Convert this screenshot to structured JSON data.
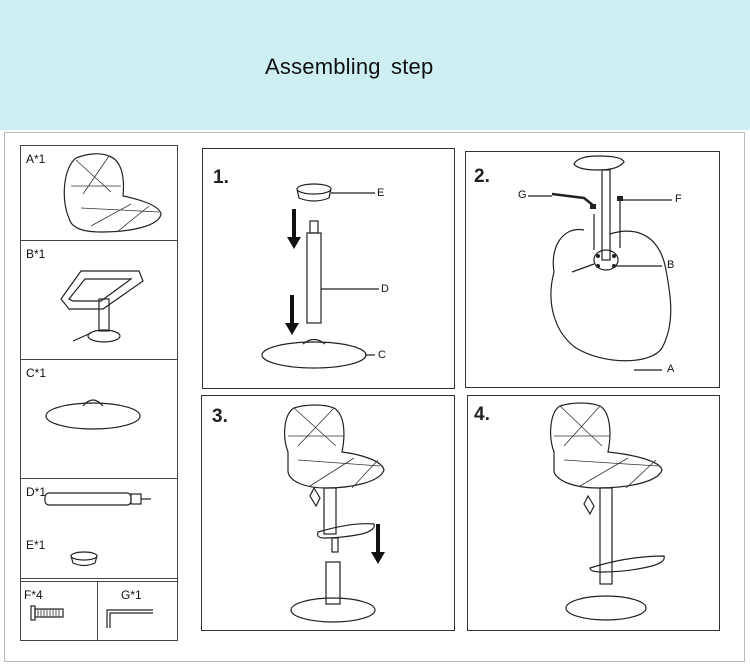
{
  "title": "Assembling  step",
  "parts": [
    {
      "label": "A*1",
      "icon": "seat-shell-icon"
    },
    {
      "label": "B*1",
      "icon": "footrest-mechanism-icon"
    },
    {
      "label": "C*1",
      "icon": "round-base-icon"
    },
    {
      "label": "D*1",
      "icon": "gas-cylinder-icon"
    },
    {
      "label": "E*1",
      "icon": "cylinder-cover-icon"
    },
    {
      "label": "F*4",
      "icon": "screw-icon"
    },
    {
      "label": "G*1",
      "icon": "allen-key-icon"
    }
  ],
  "steps": [
    {
      "number": "1.",
      "callouts": [
        "E",
        "D",
        "C"
      ]
    },
    {
      "number": "2.",
      "callouts": [
        "G",
        "F",
        "B",
        "A"
      ]
    },
    {
      "number": "3."
    },
    {
      "number": "4."
    }
  ]
}
